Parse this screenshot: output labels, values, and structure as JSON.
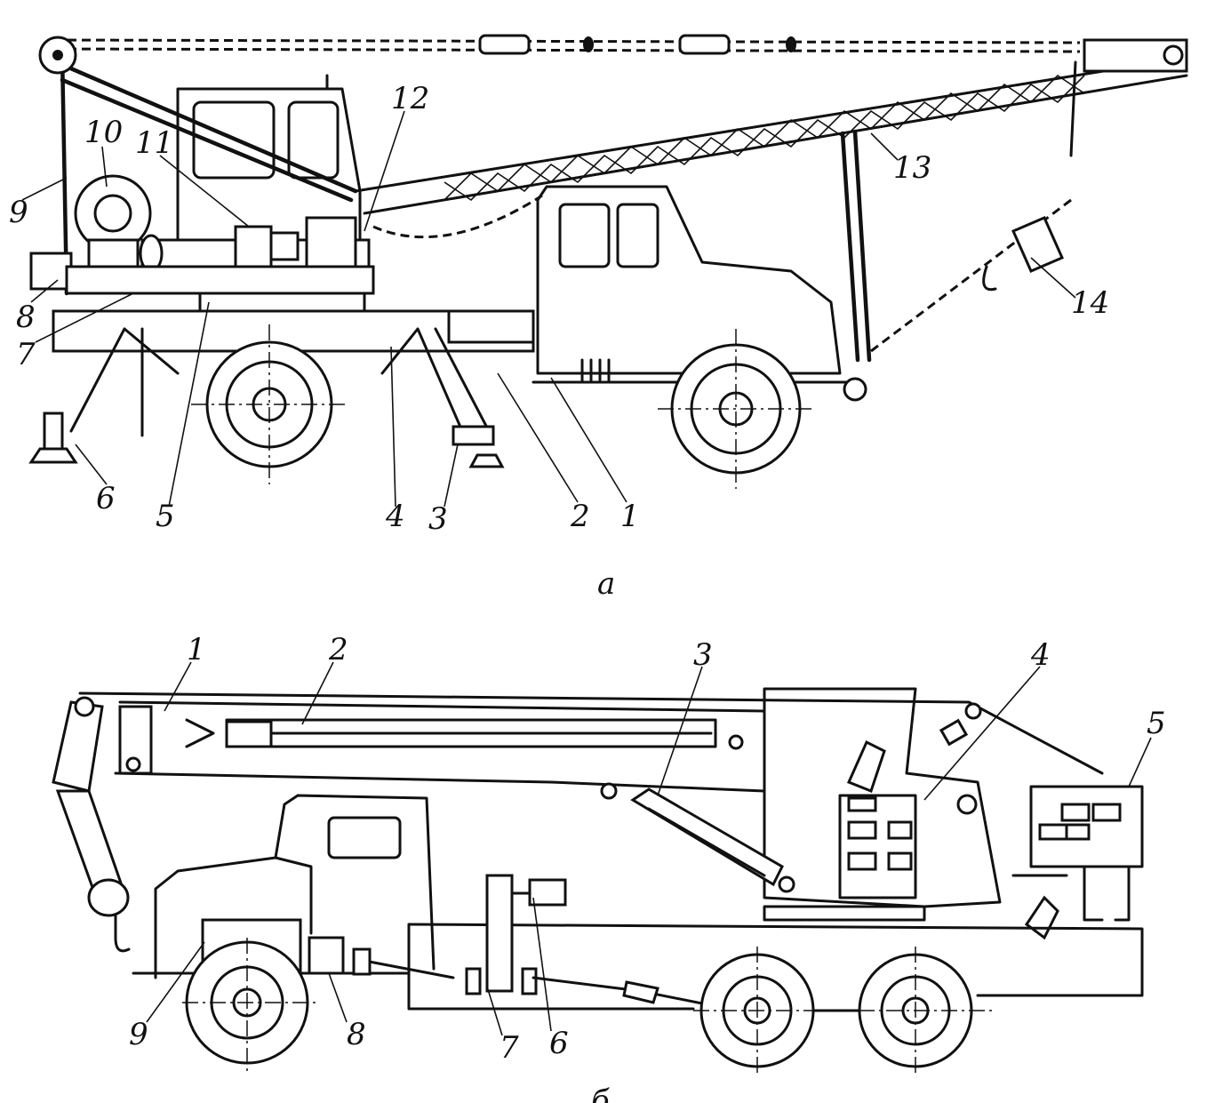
{
  "figure_a": {
    "caption": "a",
    "labels": [
      "1",
      "2",
      "3",
      "4",
      "5",
      "6",
      "7",
      "8",
      "9",
      "10",
      "11",
      "12",
      "13",
      "14"
    ]
  },
  "figure_b": {
    "caption": "б",
    "labels": [
      "1",
      "2",
      "3",
      "4",
      "5",
      "6",
      "7",
      "8",
      "9"
    ]
  }
}
